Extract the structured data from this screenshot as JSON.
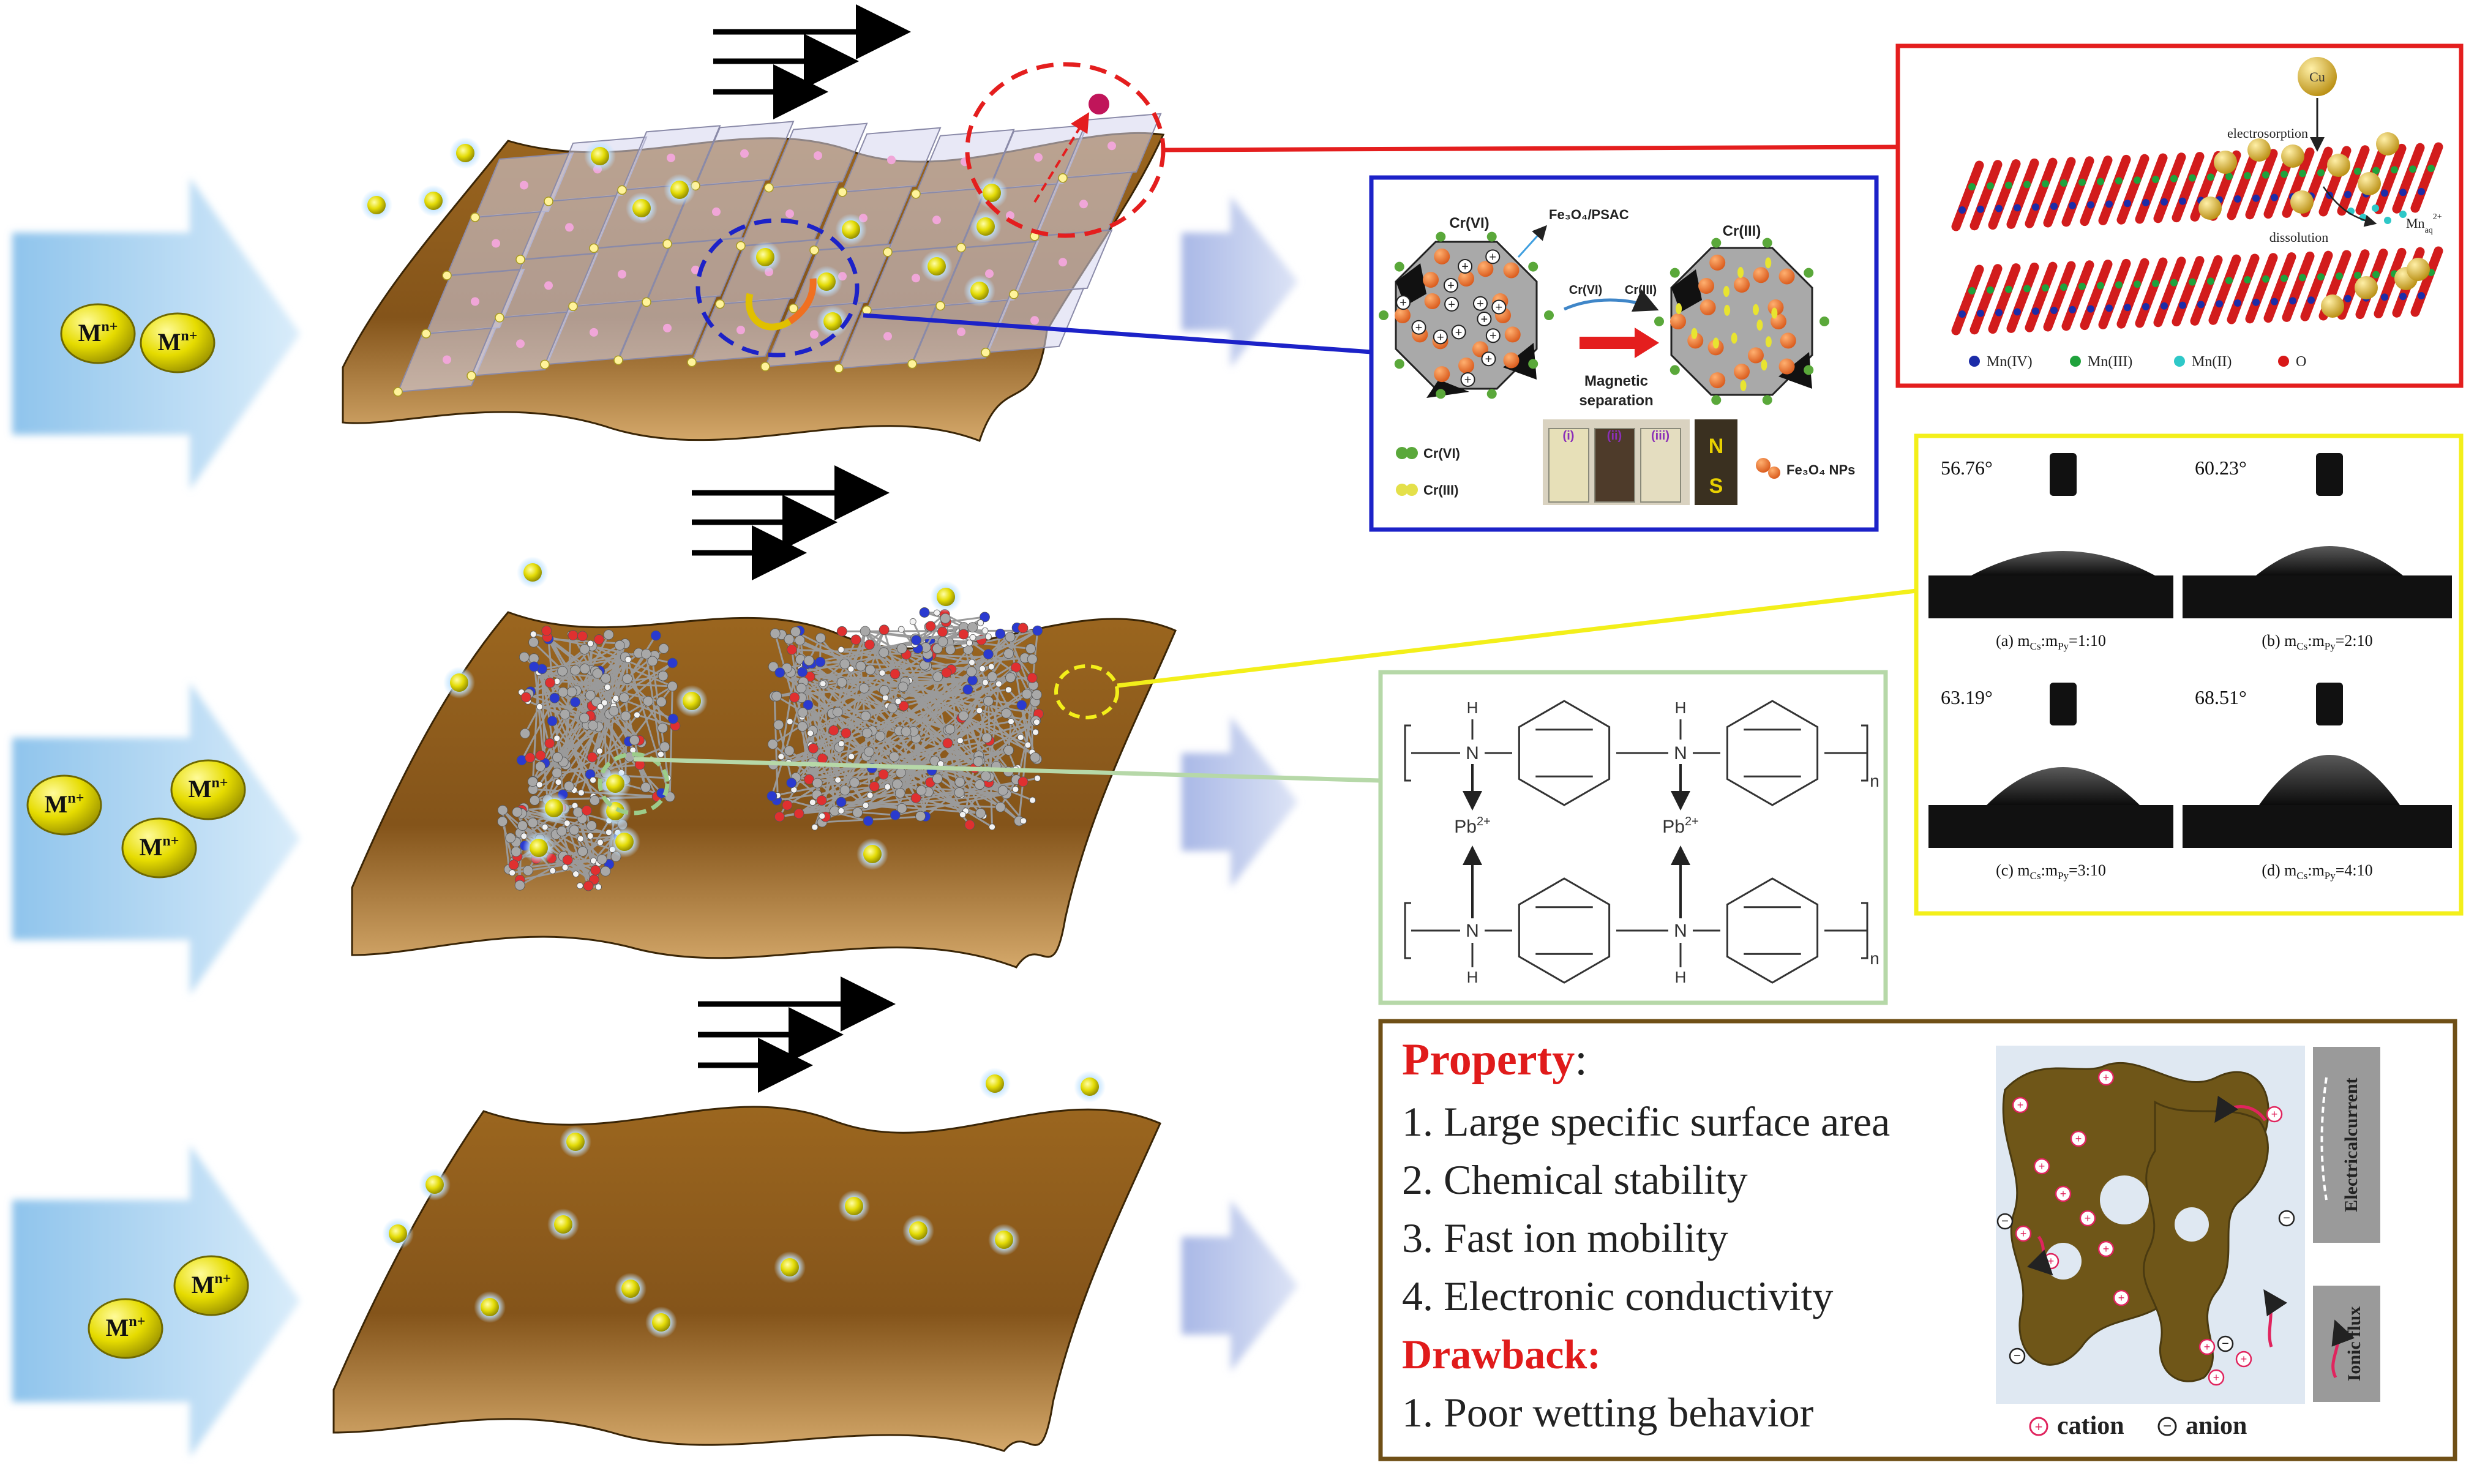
{
  "ion_label": "M",
  "ion_charge": "n+",
  "colors": {
    "substrate": "#8a5a1a",
    "substrate_light": "#c88a3c",
    "ion": "#e8e200",
    "red_box": "#e41e1e",
    "blue_box": "#1c22c8",
    "yellow_box": "#f3ef1a",
    "green_box": "#b6d8a8",
    "brown_box": "#6f4f16",
    "property_red": "#e01b1b",
    "cation": "#e0245e"
  },
  "panel_mno2": {
    "electrosorption": "electrosorption",
    "dissolution": "dissolution",
    "ion_top": "Cu",
    "mn_ion": "Mn",
    "mn_sup": "2+",
    "mn_sub": "aq",
    "legend": [
      "Mn(IV)",
      "Mn(III)",
      "Mn(II)",
      "O"
    ]
  },
  "panel_fe3o4": {
    "cr6_top": "Cr(VI)",
    "fe3o4_psac": "Fe₃O₄/PSAC",
    "cr3_top": "Cr(III)",
    "cr6_arrow": "Cr(VI)",
    "cr3_arrow": "Cr(III)",
    "magnetic": "Magnetic",
    "separation": "separation",
    "vials": [
      "(i)",
      "(ii)",
      "(iii)"
    ],
    "magnet_n": "N",
    "magnet_s": "S",
    "legend_cr6": "Cr(VI)",
    "legend_cr3": "Cr(III)",
    "legend_np": "Fe₃O₄ NPs"
  },
  "panel_contact": {
    "cells": [
      {
        "angle": "56.76°",
        "caption": "(a) m",
        "sub1": "Cs",
        "mid": ":m",
        "sub2": "Py",
        "ratio": "=1:10"
      },
      {
        "angle": "60.23°",
        "caption": "(b) m",
        "sub1": "Cs",
        "mid": ":m",
        "sub2": "Py",
        "ratio": "=2:10"
      },
      {
        "angle": "63.19°",
        "caption": "(c) m",
        "sub1": "Cs",
        "mid": ":m",
        "sub2": "Py",
        "ratio": "=3:10"
      },
      {
        "angle": "68.51°",
        "caption": "(d) m",
        "sub1": "Cs",
        "mid": ":m",
        "sub2": "Py",
        "ratio": "=4:10"
      }
    ]
  },
  "panel_pani": {
    "h": "H",
    "n": "N",
    "pb": "Pb",
    "pb_charge": "2+",
    "repeat": "n"
  },
  "panel_property": {
    "property_title": "Property",
    "property_colon": ":",
    "items": [
      "1. Large specific surface area",
      "2. Chemical stability",
      "3. Fast ion mobility",
      "4. Electronic conductivity"
    ],
    "drawback_title": "Drawback:",
    "drawback_items": [
      "1. Poor wetting behavior"
    ],
    "side_top": "Electricalcurrent",
    "side_bottom": "Ionic flux",
    "cation": "cation",
    "anion": "anion"
  }
}
